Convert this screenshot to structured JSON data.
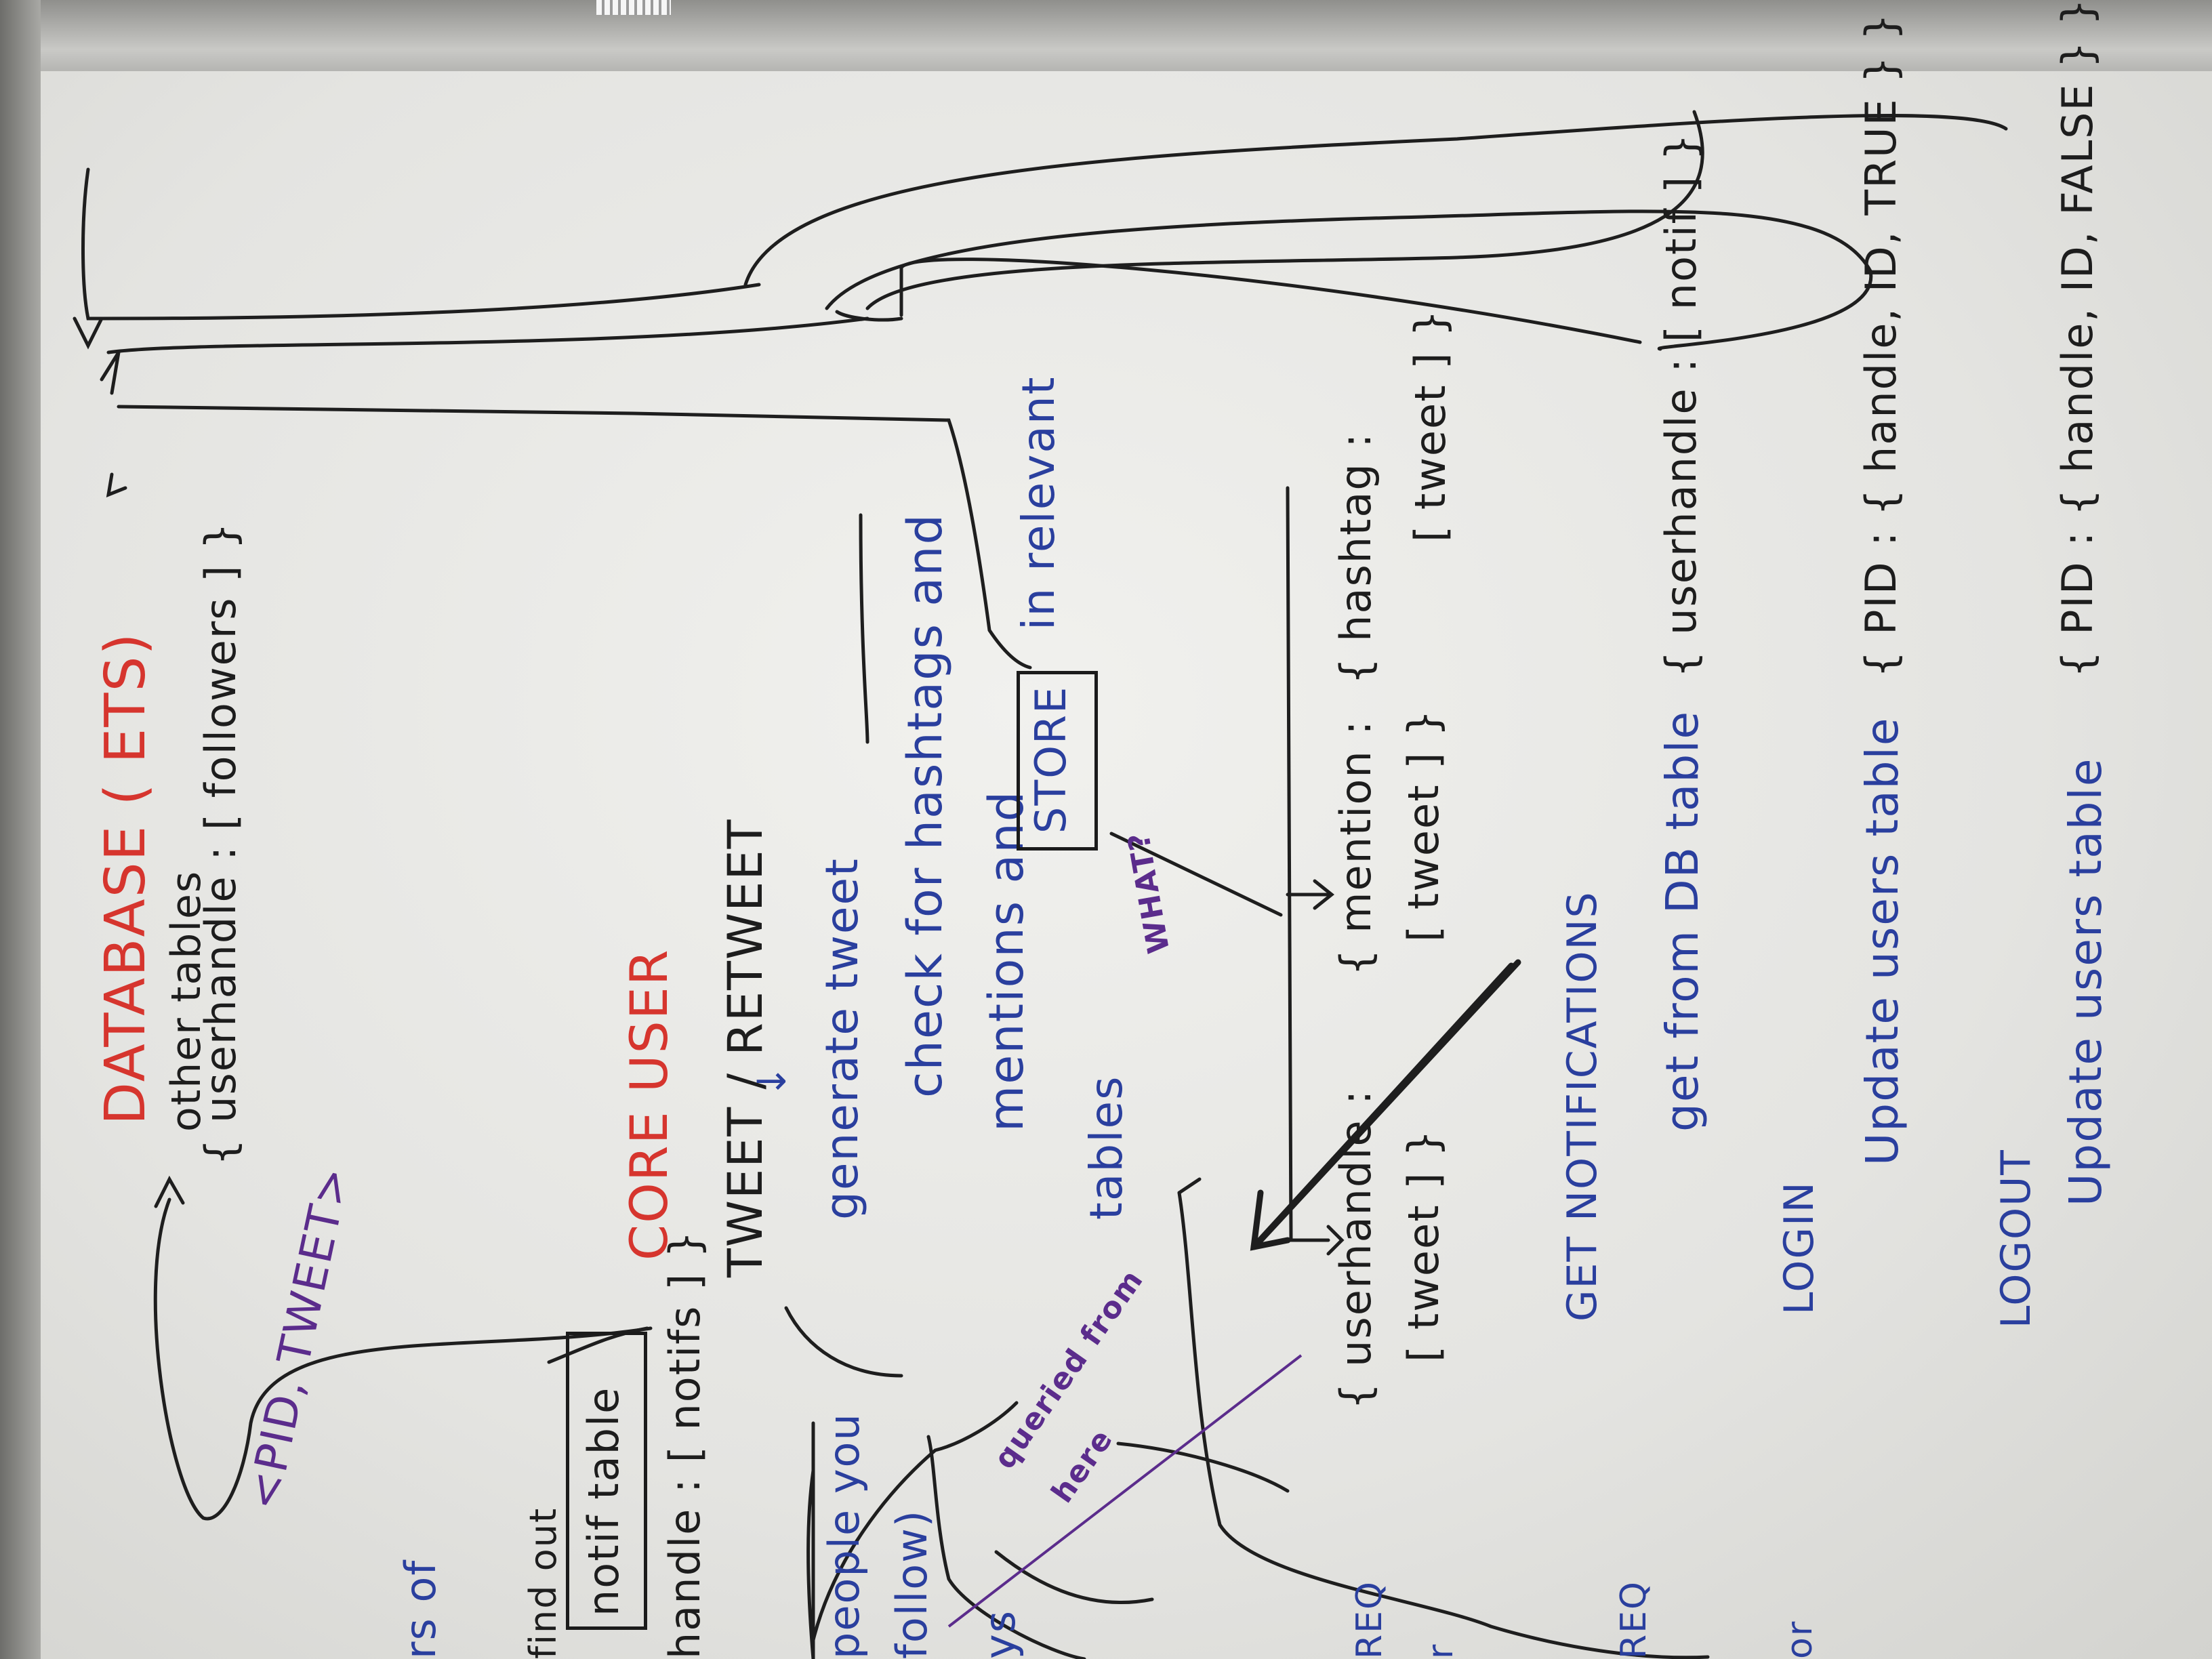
{
  "board": {
    "database_title": "DATABASE ( ETS)",
    "other_tables": "other tables",
    "followers_entry": "{ userhandle : [ followers ] }",
    "core_user": "CORE USER",
    "pid_tweet": "<PID, TWEET>",
    "notif_table": "notif table",
    "notifs_entry": "handle : [ notifs ] }",
    "find_out": "find out",
    "tweet_retweet": "TWEET / RETWEET",
    "down_arrow": "↓",
    "generate_tweet": "generate tweet",
    "check_for": "check for hashtags and",
    "mentions_and": "mentions and",
    "store": "STORE",
    "in_relevant": "in relevant",
    "tables": "tables",
    "what": "WHAT?",
    "queried_from": "queried from",
    "here": "here",
    "userhandle_tweet_1": "{ userhandle :",
    "userhandle_tweet_2": "[ tweet ] }",
    "mention_tweet_1": "{ mention :",
    "mention_tweet_2": "[ tweet ] }",
    "hashtag_tweet_1": "{ hashtag :",
    "hashtag_tweet_2": "[ tweet ] }",
    "get_notifications": "GET NOTIFICATIONS",
    "get_from_db": "get from DB table",
    "userhandle_notif": "{ userhandle : [ notif ] }",
    "login": "LOGIN",
    "update_users_table_1": "Update users table",
    "pid_true": "{ PID : { handle, ID, TRUE } }",
    "logout": "LOGOUT",
    "update_users_table_2": "Update users table",
    "pid_false": "{ PID : { handle, ID, FALSE } }",
    "people_you": "people you",
    "follow": "follow)",
    "ys": "ys",
    "rs_of": "rs of",
    "req_1": "REQ",
    "req_2": "REQ",
    "r": "r",
    "or": "or"
  }
}
